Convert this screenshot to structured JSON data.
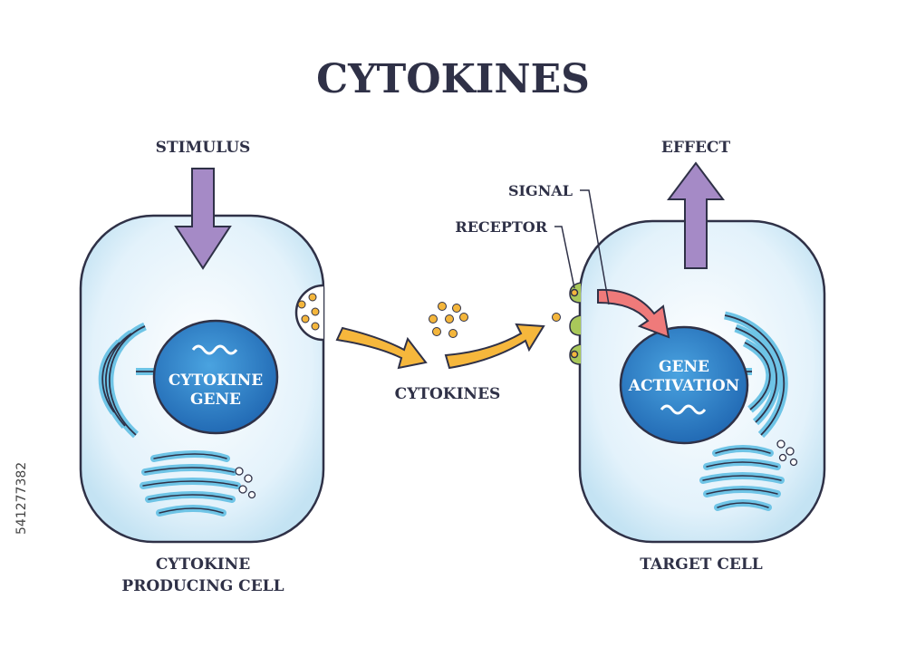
{
  "title": "CYTOKINES",
  "labels": {
    "stimulus": "STIMULUS",
    "effect": "EFFECT",
    "signal": "SIGNAL",
    "receptor": "RECEPTOR",
    "cytokines": "CYTOKINES",
    "producing_cell_line1": "CYTOKINE",
    "producing_cell_line2": "PRODUCING CELL",
    "target_cell": "TARGET CELL",
    "nucleus_left_line1": "CYTOKINE",
    "nucleus_left_line2": "GENE",
    "nucleus_right_line1": "GENE",
    "nucleus_right_line2": "ACTIVATION"
  },
  "stock_id": "541277382",
  "colors": {
    "cell_fill": "#e4f3fb",
    "cell_stroke": "#2f3147",
    "nucleus_fill": "#2a7fc9",
    "organelle": "#6ec4e6",
    "stimulus_arrow": "#a58ac6",
    "cytokine_arrow": "#f6b73c",
    "signal_arrow": "#ef7a7a",
    "cytokine_dot": "#f4b63c",
    "receptor": "#a9c85a"
  }
}
